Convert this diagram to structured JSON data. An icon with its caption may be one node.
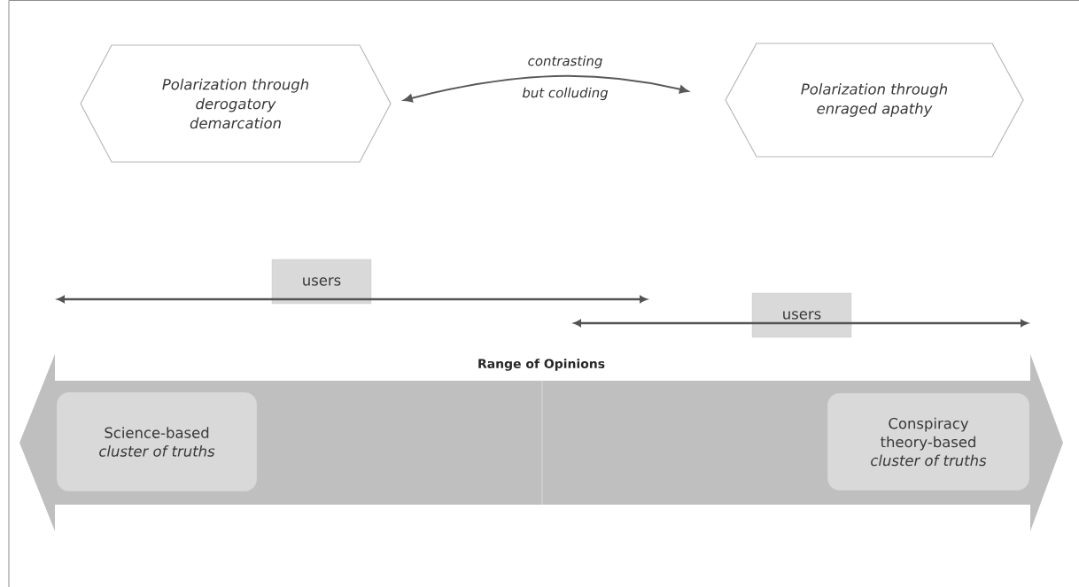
{
  "diagram": {
    "nodes": [
      {
        "text": [
          "Polarization through derogatory demarcation"
        ]
      },
      {
        "text": [
          "Polarization through enraged apathy"
        ]
      },
      {
        "text": [
          "users"
        ]
      },
      {
        "text": [
          "users"
        ]
      },
      {
        "text": [
          "Range of Opinions"
        ]
      },
      {
        "text": [
          "Science-based *cluster of truths*"
        ],
        "in": 4
      },
      {
        "text": [
          "Conspiracy theory-based *cluster of truths*"
        ],
        "in": 4
      }
    ],
    "edges": [
      {
        "from": 0,
        "to": 1,
        "arrow": "both",
        "label": "contrasting but colluding"
      }
    ]
  }
}
